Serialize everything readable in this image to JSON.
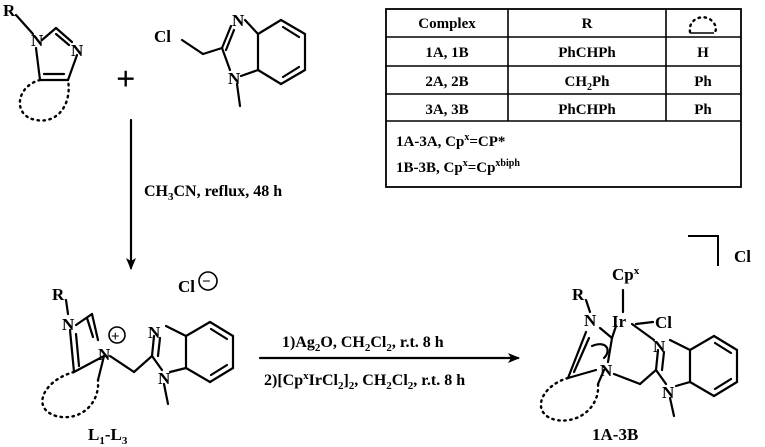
{
  "reactant_imidazole": {
    "r_label": "R",
    "n1": "N",
    "n3": "N"
  },
  "reactant_benzimidazole": {
    "cl": "Cl",
    "n3": "N",
    "n1": "N"
  },
  "plus": "+",
  "step1_conditions": {
    "prefix": "CH",
    "sub3": "3",
    "rest": "CN, reflux, 48 h"
  },
  "ligand": {
    "r_label": "R",
    "n1": "N",
    "n3": "N",
    "charge": "+",
    "n_b3": "N",
    "n_b1": "N",
    "counterion": "Cl",
    "counter_charge": "−",
    "label": {
      "main": "L",
      "s1": "1",
      "dash": "-L",
      "s3": "3"
    }
  },
  "step2_conditions": {
    "line1": {
      "a": "1)Ag",
      "s1": "2",
      "b": "O, CH",
      "s2": "2",
      "c": "Cl",
      "s3": "2",
      "d": ", r.t. 8 h"
    },
    "line2": {
      "a": "2)[Cp",
      "sup": "x",
      "b": "IrCl",
      "s1": "2",
      "c": "]",
      "s2": "2",
      "d": ", CH",
      "s3": "2",
      "e": "Cl",
      "s4": "2",
      "f": ", r.t. 8 h"
    }
  },
  "product": {
    "cp": "Cp",
    "cp_sup": "x",
    "ir": "Ir",
    "cl": "Cl",
    "r_label": "R",
    "n1": "N",
    "n3": "N",
    "n_b3": "N",
    "n_b1": "N",
    "counterion": "Cl",
    "label": "1A-3B"
  },
  "table": {
    "headers": [
      "Complex",
      "R"
    ],
    "rows": [
      {
        "complex": "1A, 1B",
        "r": "PhCHPh",
        "fused": "H"
      },
      {
        "complex": "2A, 2B",
        "r_main": "CH",
        "r_sub": "2",
        "r_rest": "Ph",
        "fused": "Ph"
      },
      {
        "complex": "3A, 3B",
        "r": "PhCHPh",
        "fused": "Ph"
      }
    ],
    "footer1": {
      "a": "1A-3A, Cp",
      "sup": "x",
      "b": "=CP*"
    },
    "footer2": {
      "a": "1B-3B, Cp",
      "sup": "x",
      "b": "=Cp",
      "sup2": "xbiph"
    }
  }
}
